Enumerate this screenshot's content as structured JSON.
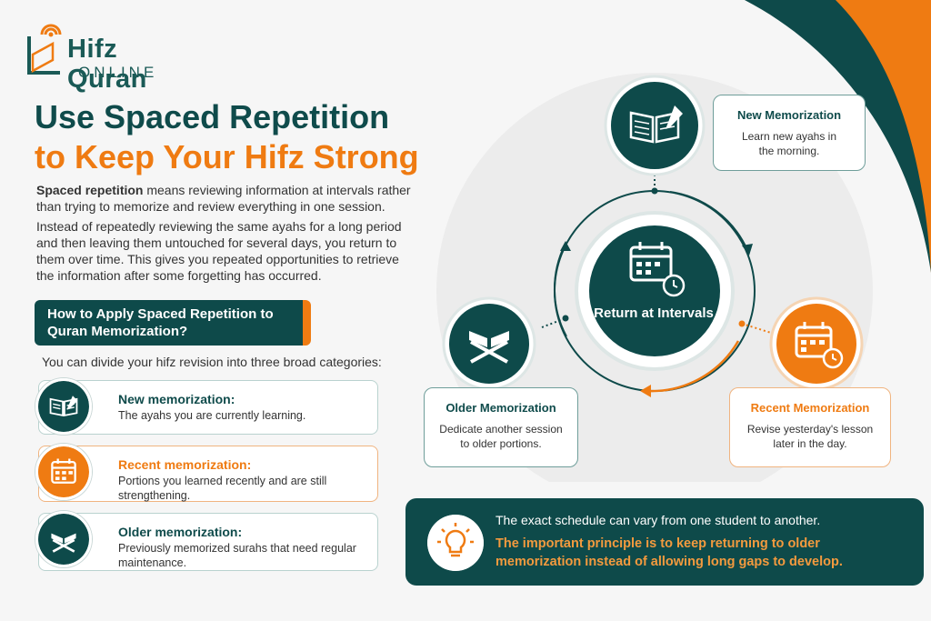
{
  "logo": {
    "name": "Hifz Quran",
    "sub": "ONLINE"
  },
  "heading": {
    "line1": "Use Spaced Repetition",
    "line2": "to Keep Your Hifz Strong"
  },
  "paragraphs": {
    "p1_bold": "Spaced repetition",
    "p1_rest": " means reviewing information at intervals rather than trying to memorize and review everything in one session.",
    "p2_a": "Instead of repeatedly reviewing the same ayahs for a long period and then leaving them untouched for several days",
    "p2_b": ", you return to them over time. This gives you repeated opportunities to retrieve the information after some forgetting has occurred."
  },
  "banner": "How to Apply Spaced Repetition to Quran Memorization?",
  "intro": "You can divide your hifz revision into three broad categories:",
  "categories": [
    {
      "title": "New memorization:",
      "desc": "The ayahs you are currently learning.",
      "icon": "open-book-icon"
    },
    {
      "title": "Recent memorization:",
      "desc": "Portions you learned recently and are still strengthening.",
      "icon": "calendar-icon"
    },
    {
      "title": "Older memorization:",
      "desc": "Previously memorized surahs that need regular maintenance.",
      "icon": "quran-stand-icon"
    }
  ],
  "cycle": {
    "center": "Return at Intervals",
    "new": {
      "title": "New Memorization",
      "desc": "Learn new ayahs in the morning."
    },
    "recent": {
      "title": "Recent Memorization",
      "desc": "Revise yesterday's lesson later in the day."
    },
    "older": {
      "title": "Older Memorization",
      "desc": "Dedicate another session to older portions."
    }
  },
  "tip": {
    "line1": "The exact schedule can vary from one student to another.",
    "line2": "The important principle is to keep returning to older memorization instead of allowing long gaps to develop."
  },
  "colors": {
    "teal": "#0e4a4a",
    "orange": "#ef7b12"
  }
}
